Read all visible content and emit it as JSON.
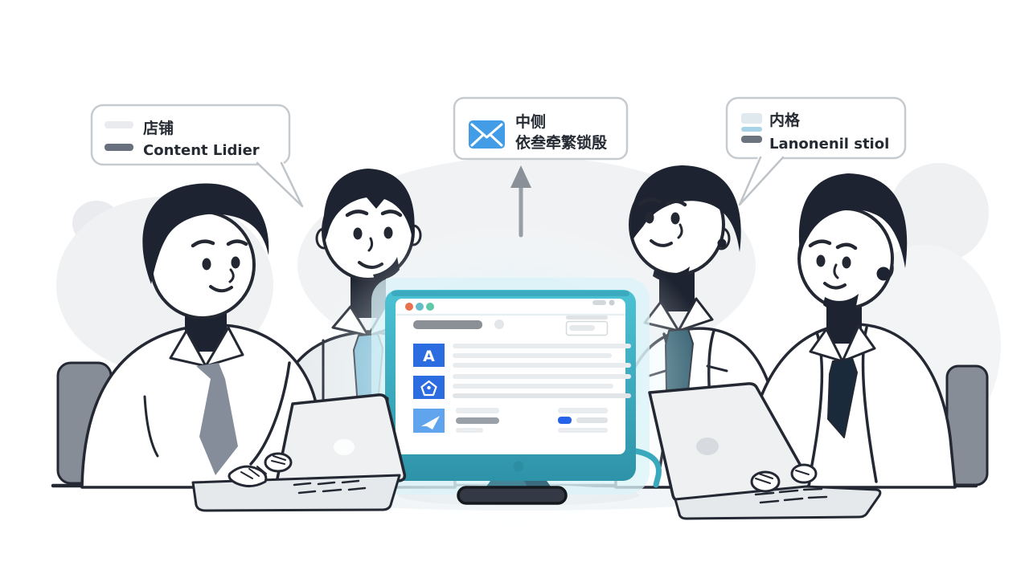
{
  "callouts": {
    "left": {
      "line1": "店铺",
      "line2": "Content Lidier",
      "swatches": [
        "#e9ebee",
        "#68717d"
      ]
    },
    "center": {
      "icon": "envelope-icon",
      "icon_color": "#429de6",
      "line1": "中侧",
      "line2": "依叁牵繁锁殷"
    },
    "right": {
      "line1": "内格",
      "line2": "Lanonenil stiol",
      "swatches": [
        "#dfe9ee",
        "#a8d2e6",
        "#6a737e"
      ]
    }
  },
  "monitor": {
    "frame_color": "#3fb3c6",
    "glow_color": "#d9f3f8",
    "traffic_lights": [
      "#e8714f",
      "#62bcc9",
      "#5ec9a8"
    ],
    "sidebar_tiles": [
      {
        "name": "letter-a-tile",
        "label": "A",
        "color": "#2b6ce0"
      },
      {
        "name": "gem-tile",
        "color": "#2b6ce0"
      },
      {
        "name": "send-tile",
        "color": "#61a4ee"
      }
    ],
    "accent_button_color": "#2563e8",
    "header_bar_color": "#8a9096"
  },
  "annotations": {
    "arrow_icon": "up-arrow",
    "arrow_color": "#8a9098"
  },
  "illustration_colors": {
    "outline": "#232833",
    "hair": "#1d2330",
    "chair": "#878d96",
    "tie_gray": "#848d99",
    "tie_blue": "#79b7d2",
    "tie_teal": "#2c5a6c",
    "tie_navy": "#1b2a3a",
    "laptop_body": "#eef0f2",
    "desk_line": "#232833"
  }
}
